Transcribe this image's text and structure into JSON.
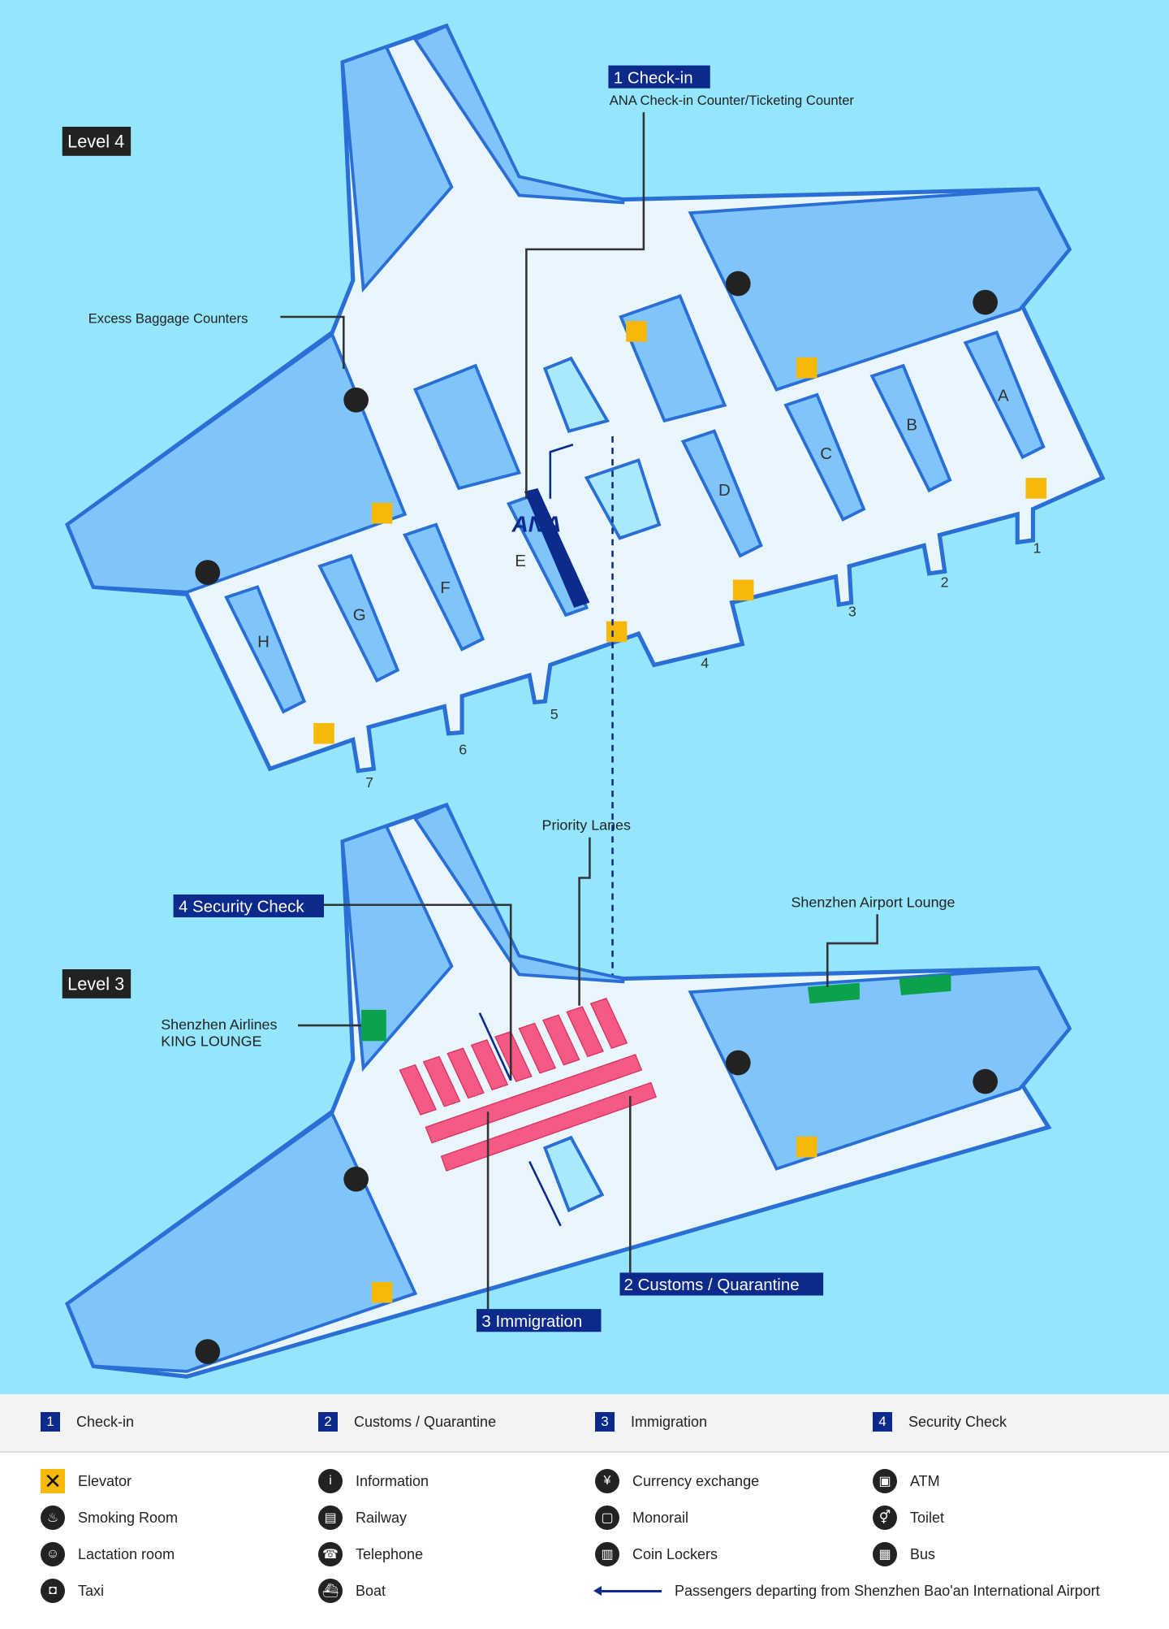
{
  "level4": {
    "level_label": "Level 4",
    "checkin_tag": "1 Check-in",
    "checkin_desc": "ANA Check-in Counter/Ticketing Counter",
    "excess_baggage": "Excess Baggage Counters",
    "ana_logo": "ANA",
    "counters": [
      "A",
      "B",
      "C",
      "D",
      "E",
      "F",
      "G",
      "H"
    ],
    "gates": [
      "1",
      "2",
      "3",
      "4",
      "5",
      "6",
      "7"
    ]
  },
  "level3": {
    "level_label": "Level 3",
    "priority_lanes": "Priority Lanes",
    "security_tag": "4 Security Check",
    "airport_lounge": "Shenzhen Airport Lounge",
    "king_lounge_1": "Shenzhen Airlines",
    "king_lounge_2": "KING LOUNGE",
    "customs_tag": "2 Customs / Quarantine",
    "immigration_tag": "3 Immigration"
  },
  "legend_steps": [
    {
      "num": "1",
      "label": "Check-in"
    },
    {
      "num": "2",
      "label": "Customs / Quarantine"
    },
    {
      "num": "3",
      "label": "Immigration"
    },
    {
      "num": "4",
      "label": "Security Check"
    }
  ],
  "legend_icons": [
    {
      "icon": "elevator-icon",
      "glyph": "✕",
      "label": "Elevator"
    },
    {
      "icon": "information-icon",
      "glyph": "i",
      "label": "Information"
    },
    {
      "icon": "currency-exchange-icon",
      "glyph": "¥",
      "label": "Currency exchange"
    },
    {
      "icon": "atm-icon",
      "glyph": "▣",
      "label": "ATM"
    },
    {
      "icon": "smoking-room-icon",
      "glyph": "♨",
      "label": "Smoking Room"
    },
    {
      "icon": "railway-icon",
      "glyph": "▤",
      "label": "Railway"
    },
    {
      "icon": "monorail-icon",
      "glyph": "▢",
      "label": "Monorail"
    },
    {
      "icon": "toilet-icon",
      "glyph": "⚥",
      "label": "Toilet"
    },
    {
      "icon": "lactation-room-icon",
      "glyph": "☺",
      "label": "Lactation room"
    },
    {
      "icon": "telephone-icon",
      "glyph": "☎",
      "label": "Telephone"
    },
    {
      "icon": "coin-lockers-icon",
      "glyph": "▥",
      "label": "Coin Lockers"
    },
    {
      "icon": "bus-icon",
      "glyph": "▦",
      "label": "Bus"
    },
    {
      "icon": "taxi-icon",
      "glyph": "◘",
      "label": "Taxi"
    },
    {
      "icon": "boat-icon",
      "glyph": "⛴",
      "label": "Boat"
    }
  ],
  "legend_route": "Passengers departing from Shenzhen Bao'an International Airport",
  "colors": {
    "sea": "#93e6fd",
    "floor": "#e9f6fd",
    "zone": "#7fc4fb",
    "edge": "#2a6fd6",
    "navy": "#0b2a8c",
    "security": "#f55a85",
    "lounge": "#0aa24b",
    "elevator": "#f6b90a"
  }
}
